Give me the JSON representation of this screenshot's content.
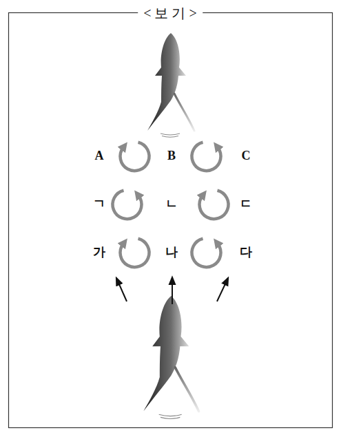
{
  "diagram": {
    "title": "< 보 기 >",
    "labels": [
      "A",
      "B",
      "C",
      "ㄱ",
      "ㄴ",
      "ㄷ",
      "가",
      "나",
      "다"
    ]
  }
}
